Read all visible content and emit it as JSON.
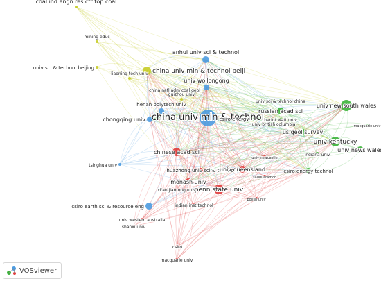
{
  "app": {
    "brand_label": "VOSviewer",
    "brand_icon": "vosviewer-logo-icon"
  },
  "colors": {
    "yellow": "#c6cc26",
    "blue": "#4c9be0",
    "green": "#3cb23a",
    "red": "#e03c3c",
    "label": "#222222"
  },
  "nodes": [
    {
      "id": "coal_ind",
      "label": "coal ind engn res ctr top coal",
      "cluster": "yellow",
      "weight": 1
    },
    {
      "id": "mining_educ",
      "label": "mining educ",
      "cluster": "yellow",
      "weight": 1
    },
    {
      "id": "usci_beijing",
      "label": "univ sci & technol beijing",
      "cluster": "yellow",
      "weight": 1
    },
    {
      "id": "cumt_beijing",
      "label": "china univ min & technol beiji",
      "cluster": "yellow",
      "weight": 3
    },
    {
      "id": "liaoning",
      "label": "liaoning tech univ",
      "cluster": "yellow",
      "weight": 1
    },
    {
      "id": "anhui",
      "label": "anhui univ sci & technol",
      "cluster": "blue",
      "weight": 2
    },
    {
      "id": "wollongong",
      "label": "univ wollongong",
      "cluster": "blue",
      "weight": 2
    },
    {
      "id": "natl_coal",
      "label": "china natl adm coal geol",
      "cluster": "yellow",
      "weight": 1
    },
    {
      "id": "guizhou",
      "label": "guizhou univ",
      "cluster": "yellow",
      "weight": 1
    },
    {
      "id": "cumt",
      "label": "china univ min & technol",
      "cluster": "blue",
      "weight": 5
    },
    {
      "id": "henan",
      "label": "henan polytech univ",
      "cluster": "blue",
      "weight": 2
    },
    {
      "id": "chongqing",
      "label": "chongqing univ",
      "cluster": "blue",
      "weight": 2
    },
    {
      "id": "tsinghua",
      "label": "tsinghua univ",
      "cluster": "blue",
      "weight": 1
    },
    {
      "id": "cas",
      "label": "chinese acad sci",
      "cluster": "red",
      "weight": 3
    },
    {
      "id": "csiro_energy",
      "label": "csiro energy",
      "cluster": "red",
      "weight": 1
    },
    {
      "id": "huazhong",
      "label": "huazhong univ sci & technol",
      "cluster": "red",
      "weight": 1
    },
    {
      "id": "monash",
      "label": "monash univ",
      "cluster": "red",
      "weight": 2
    },
    {
      "id": "penn",
      "label": "penn state univ",
      "cluster": "red",
      "weight": 3
    },
    {
      "id": "queensland",
      "label": "univ queensland",
      "cluster": "red",
      "weight": 2
    },
    {
      "id": "xian",
      "label": "xi'an jiaotong univ",
      "cluster": "red",
      "weight": 1
    },
    {
      "id": "indian_inst",
      "label": "indian inst technol",
      "cluster": "red",
      "weight": 1
    },
    {
      "id": "polish",
      "label": "polish univ",
      "cluster": "red",
      "weight": 1
    },
    {
      "id": "csiro_earth",
      "label": "csiro earth sci & resource eng",
      "cluster": "blue",
      "weight": 2
    },
    {
      "id": "uwa",
      "label": "univ western australia",
      "cluster": "red",
      "weight": 1
    },
    {
      "id": "shanxi",
      "label": "shanxi univ",
      "cluster": "red",
      "weight": 1
    },
    {
      "id": "csiro",
      "label": "csiro",
      "cluster": "red",
      "weight": 1
    },
    {
      "id": "macquarie",
      "label": "macquarie univ",
      "cluster": "red",
      "weight": 1
    },
    {
      "id": "usci_china",
      "label": "univ sci & technol china",
      "cluster": "green",
      "weight": 1
    },
    {
      "id": "russian",
      "label": "russian acad sci",
      "cluster": "green",
      "weight": 2
    },
    {
      "id": "heriot",
      "label": "heriot watt univ",
      "cluster": "green",
      "weight": 1
    },
    {
      "id": "ubc",
      "label": "univ british columbia",
      "cluster": "green",
      "weight": 1
    },
    {
      "id": "usgs",
      "label": "us geol survey",
      "cluster": "green",
      "weight": 2
    },
    {
      "id": "unsw",
      "label": "univ new south wales",
      "cluster": "green",
      "weight": 3
    },
    {
      "id": "kentucky",
      "label": "univ kentucky",
      "cluster": "green",
      "weight": 3
    },
    {
      "id": "indiana",
      "label": "indiana univ",
      "cluster": "green",
      "weight": 1
    },
    {
      "id": "unw",
      "label": "univ news wales",
      "cluster": "green",
      "weight": 2
    },
    {
      "id": "csiro_et",
      "label": "csiro energy technol",
      "cluster": "green",
      "weight": 2
    },
    {
      "id": "macquarie_g",
      "label": "macquarie univ",
      "cluster": "green",
      "weight": 1
    },
    {
      "id": "newcastle",
      "label": "univ newcastle",
      "cluster": "red",
      "weight": 1
    },
    {
      "id": "sabic",
      "label": "saudi aramco",
      "cluster": "red",
      "weight": 1
    }
  ]
}
